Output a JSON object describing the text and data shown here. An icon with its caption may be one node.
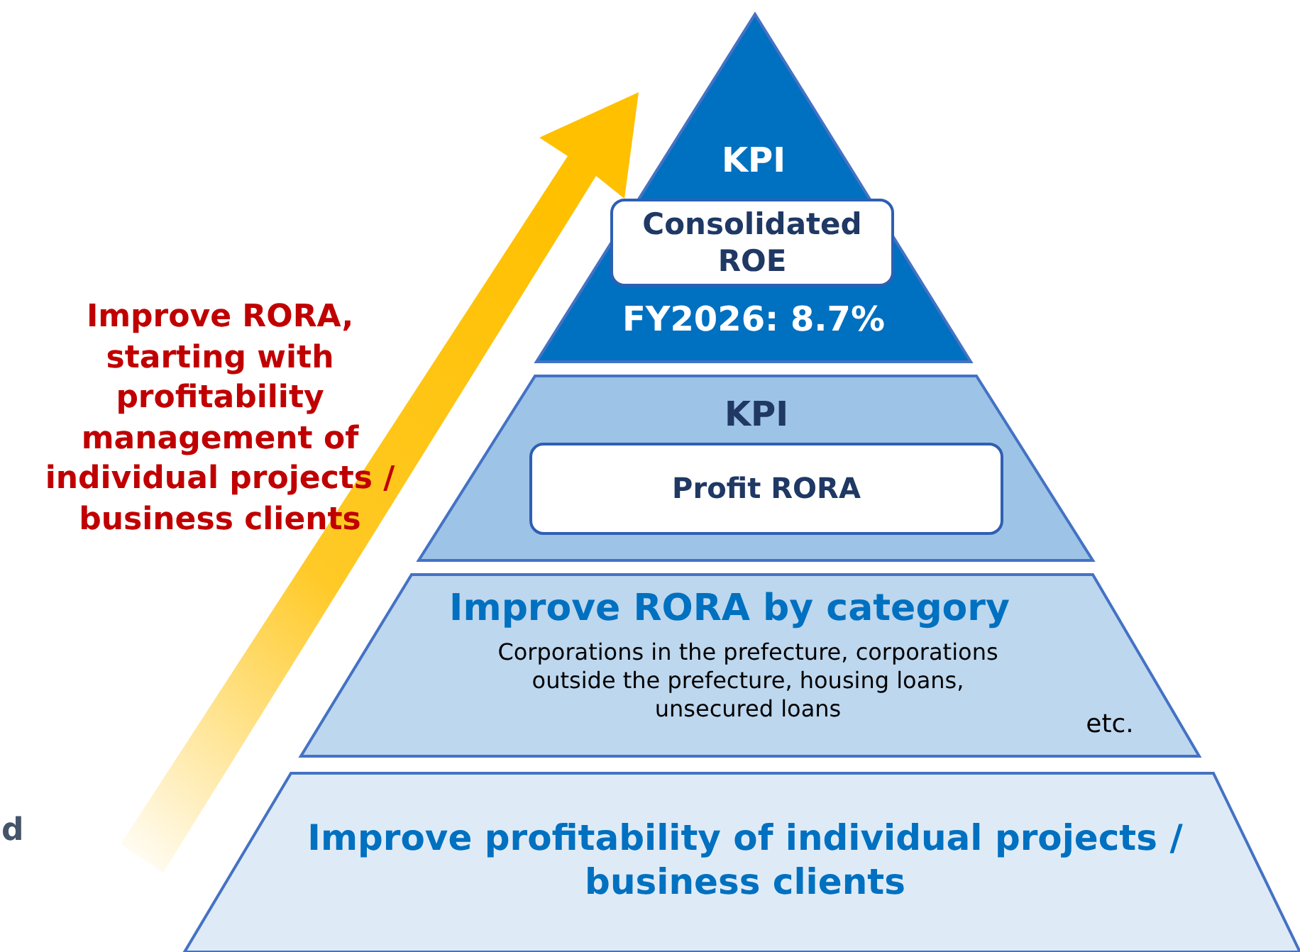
{
  "diagram": {
    "nodes": [
      {
        "text": [
          "KPI",
          "FY2026: 8.7%"
        ]
      },
      {
        "text": [
          "Consolidated ROE"
        ],
        "in": 0
      },
      {
        "text": [
          "KPI"
        ]
      },
      {
        "text": [
          "Profit RORA"
        ],
        "in": 2
      },
      {
        "text": [
          "Improve RORA by category",
          "Corporations in the prefecture, corporations outside the prefecture, housing loans, unsecured loans",
          "etc."
        ]
      },
      {
        "text": [
          "Improve profitability of individual projects / business clients"
        ]
      }
    ],
    "edges": [],
    "labels": [
      "Improve RORA, starting with profitability management of individual projects / business clients",
      "d"
    ]
  }
}
